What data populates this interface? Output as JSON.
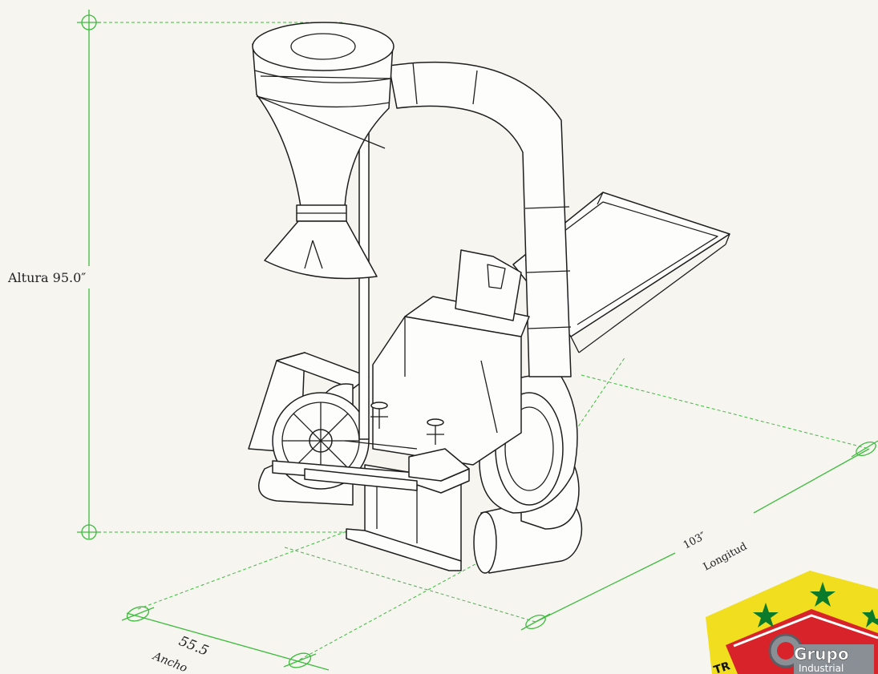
{
  "dimensions": {
    "height_label": "Altura 95.0″",
    "length_value": "103″",
    "length_label": "Longitud",
    "width_value": "55.5",
    "width_label": "Ancho"
  },
  "logo": {
    "line1": "Grupo",
    "line2": "Industrial",
    "partial": "TR",
    "colors": {
      "yellow": "#f1de1f",
      "red": "#d9232a",
      "green": "#0b7a2a",
      "steel": "#8a8f96"
    }
  },
  "colors": {
    "dimension": "#3dbb3d",
    "linework": "#1e1e1e",
    "background": "#f6f5f0"
  }
}
